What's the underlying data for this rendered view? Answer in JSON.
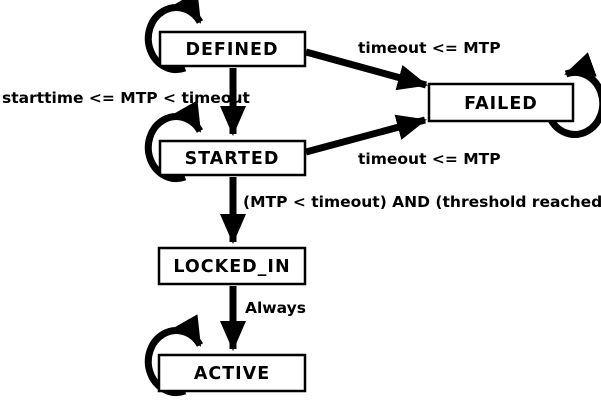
{
  "diagram": {
    "type": "state-machine",
    "colors": {
      "outline": "#000000",
      "state_fill": "#ffffff",
      "background": "#ffffff",
      "text": "#000000"
    },
    "states": [
      {
        "id": "defined",
        "label": "DEFINED",
        "has_self_loop": true
      },
      {
        "id": "started",
        "label": "STARTED",
        "has_self_loop": true
      },
      {
        "id": "failed",
        "label": "FAILED",
        "has_self_loop": true
      },
      {
        "id": "locked_in",
        "label": "LOCKED_IN",
        "has_self_loop": false
      },
      {
        "id": "active",
        "label": "ACTIVE",
        "has_self_loop": true
      }
    ],
    "transitions": [
      {
        "from": "DEFINED",
        "to": "STARTED",
        "label": "starttime <= MTP < timeout"
      },
      {
        "from": "DEFINED",
        "to": "FAILED",
        "label": "timeout <= MTP"
      },
      {
        "from": "STARTED",
        "to": "FAILED",
        "label": "timeout <= MTP"
      },
      {
        "from": "STARTED",
        "to": "LOCKED_IN",
        "label": "(MTP < timeout) AND (threshold reached)"
      },
      {
        "from": "LOCKED_IN",
        "to": "ACTIVE",
        "label": "Always"
      }
    ]
  }
}
